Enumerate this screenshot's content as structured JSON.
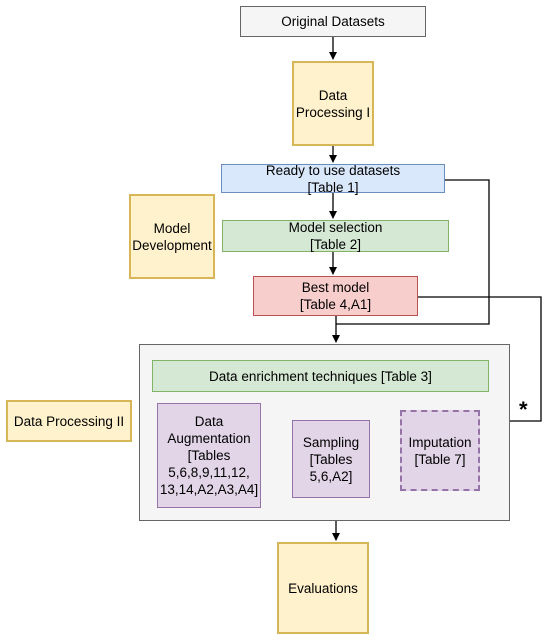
{
  "nodes": {
    "original_datasets": "Original Datasets",
    "data_processing_1": "Data\nProcessing I",
    "ready_datasets": "Ready to use datasets\n[Table 1]",
    "model_development": "Model\nDevelopment",
    "model_selection": "Model selection\n[Table 2]",
    "best_model": "Best model\n[Table 4,A1]",
    "data_processing_2": "Data Processing II",
    "data_enrichment": "Data enrichment techniques [Table 3]",
    "data_augmentation": "Data\nAugmentation\n[Tables\n5,6,8,9,11,12,\n13,14,A2,A3,A4]",
    "sampling": "Sampling\n[Tables\n5,6,A2]",
    "imputation": "Imputation\n[Table 7]",
    "evaluations": "Evaluations"
  },
  "annotations": {
    "asterisk": "*"
  },
  "colors": {
    "gray_fill": "#f5f5f5",
    "yellow_fill": "#fff2cc",
    "yellow_stroke": "#d6b656",
    "blue_fill": "#dae8fc",
    "green_fill": "#d5e8d4",
    "red_fill": "#f8cecc",
    "purple_fill": "#e1d5e7",
    "purple_stroke": "#9673a6"
  }
}
